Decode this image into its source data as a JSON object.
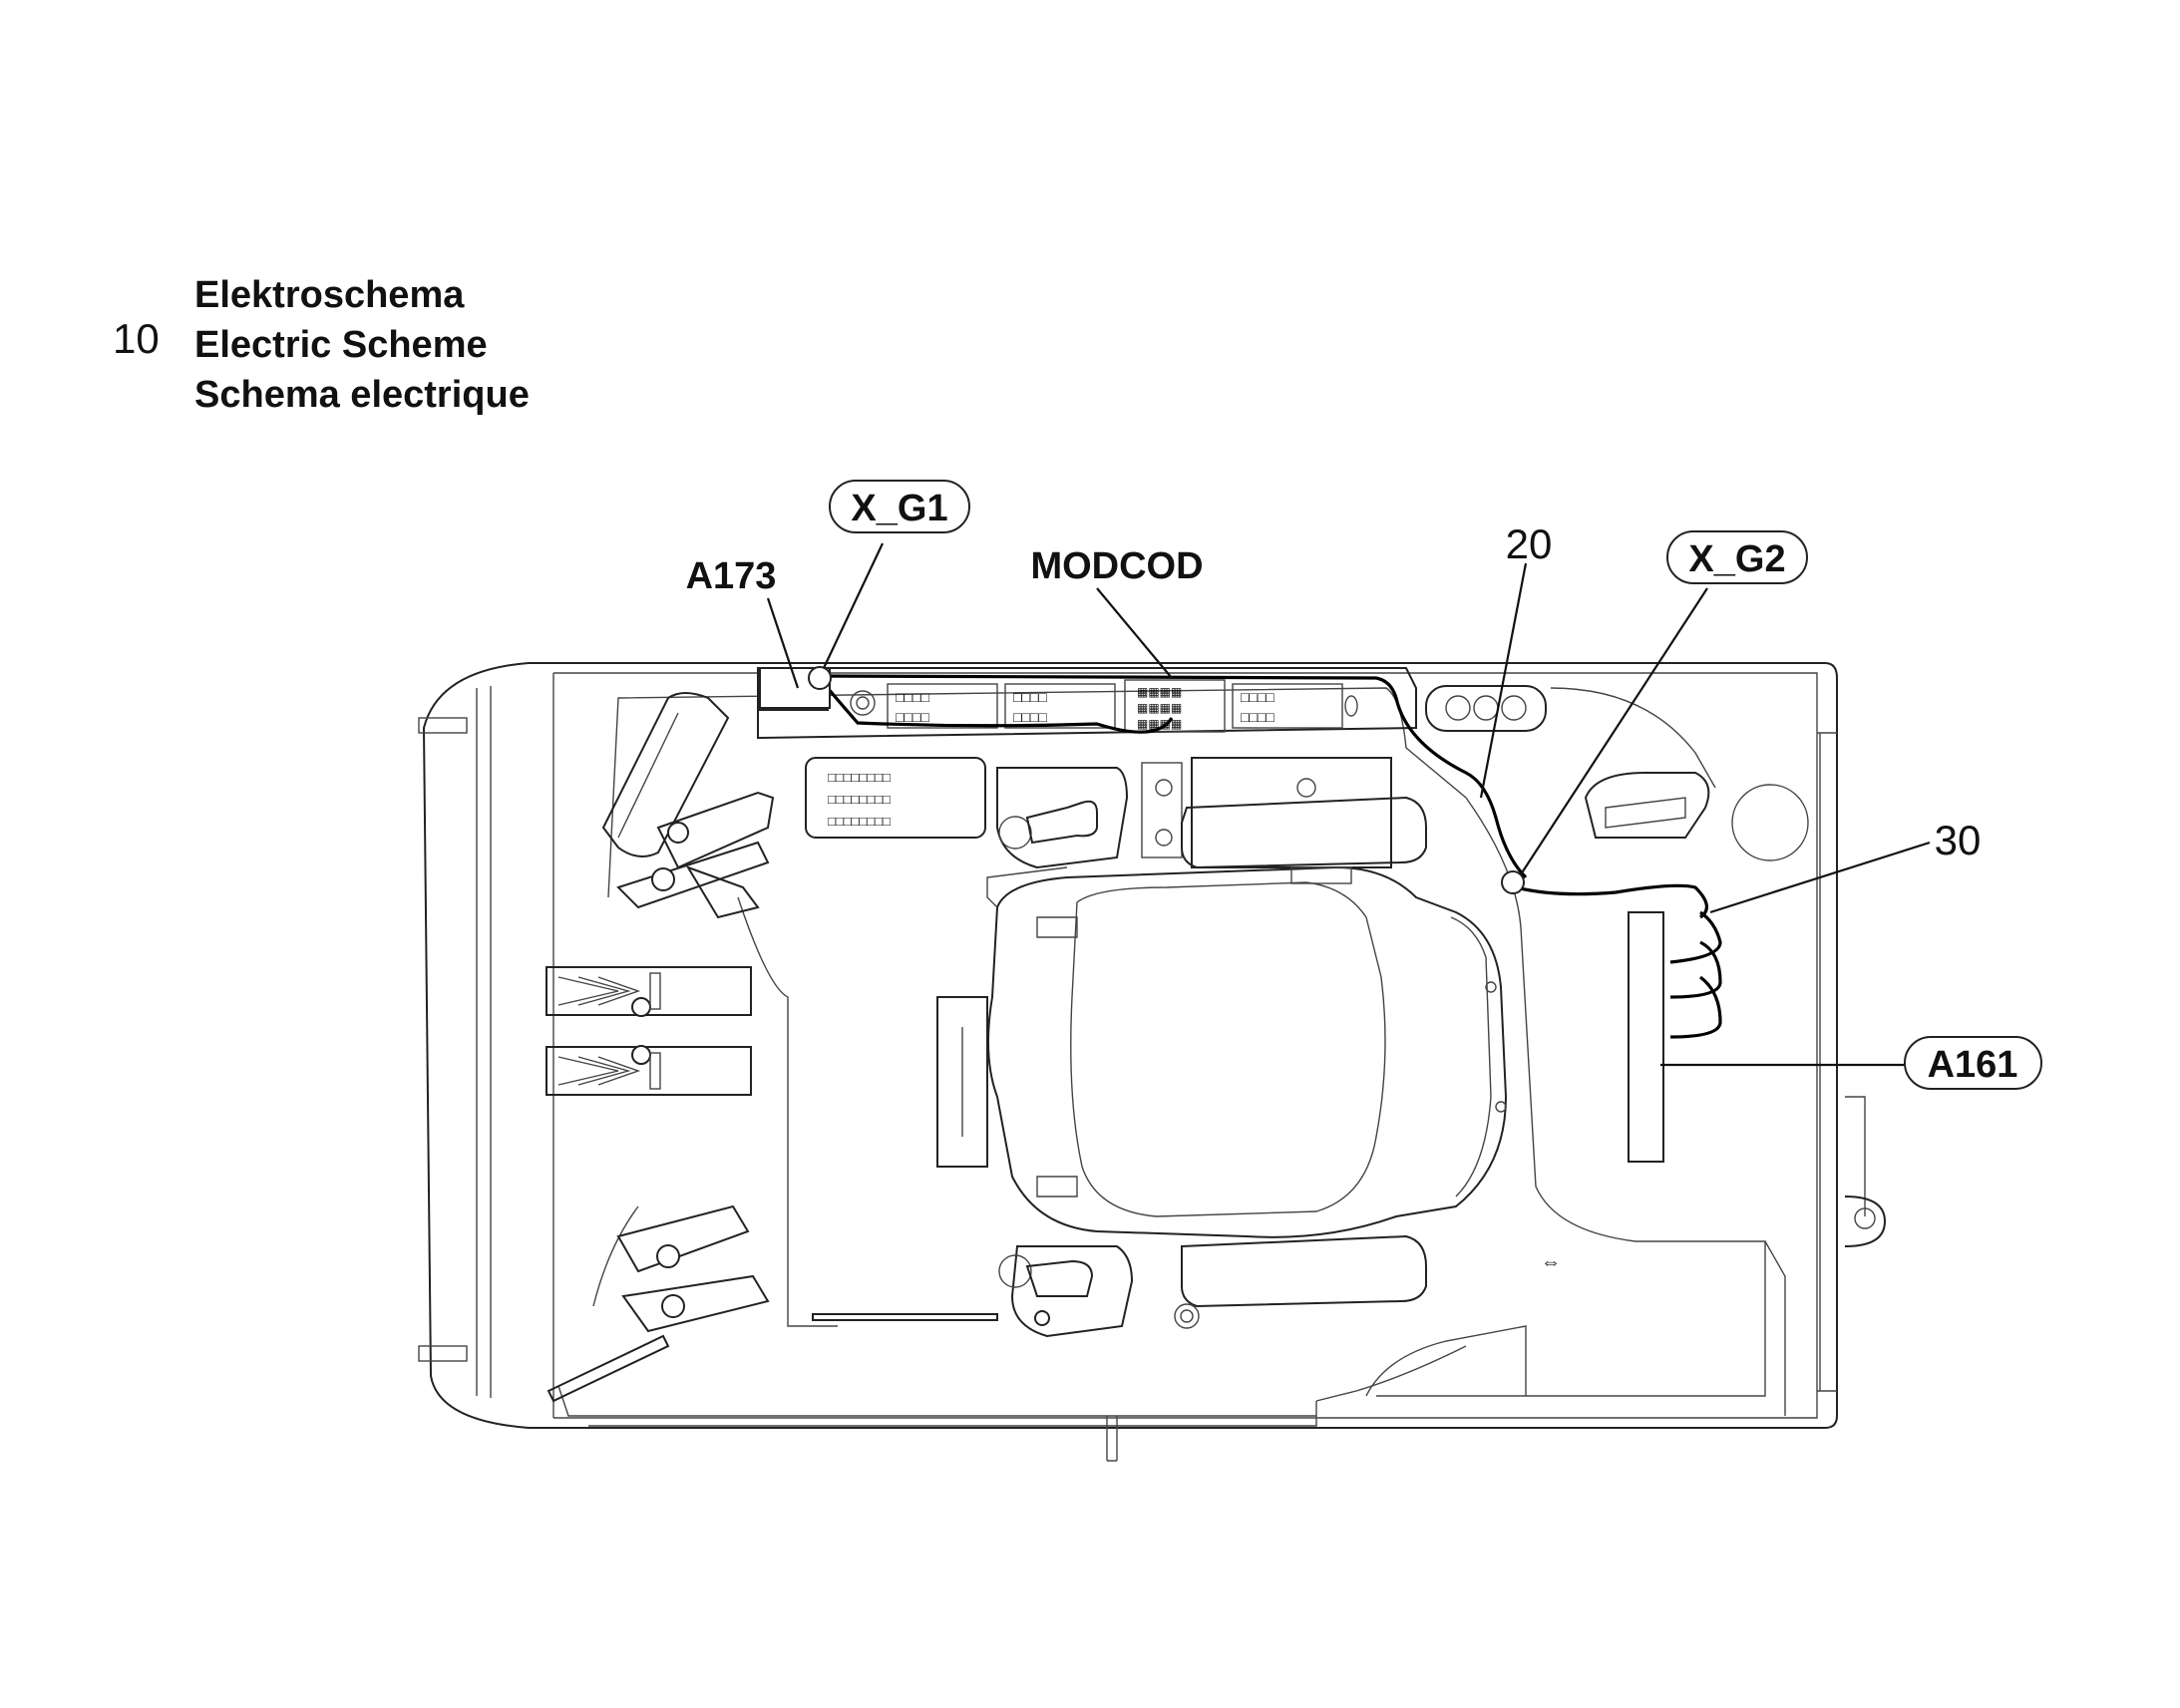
{
  "header": {
    "number": "10",
    "titles": [
      "Elektroschema",
      "Electric Scheme",
      "Schema electrique"
    ]
  },
  "labels": {
    "x_g1": "X_G1",
    "a173": "A173",
    "modcod": "MODCOD",
    "n20": "20",
    "x_g2": "X_G2",
    "n30": "30",
    "a161": "A161"
  }
}
